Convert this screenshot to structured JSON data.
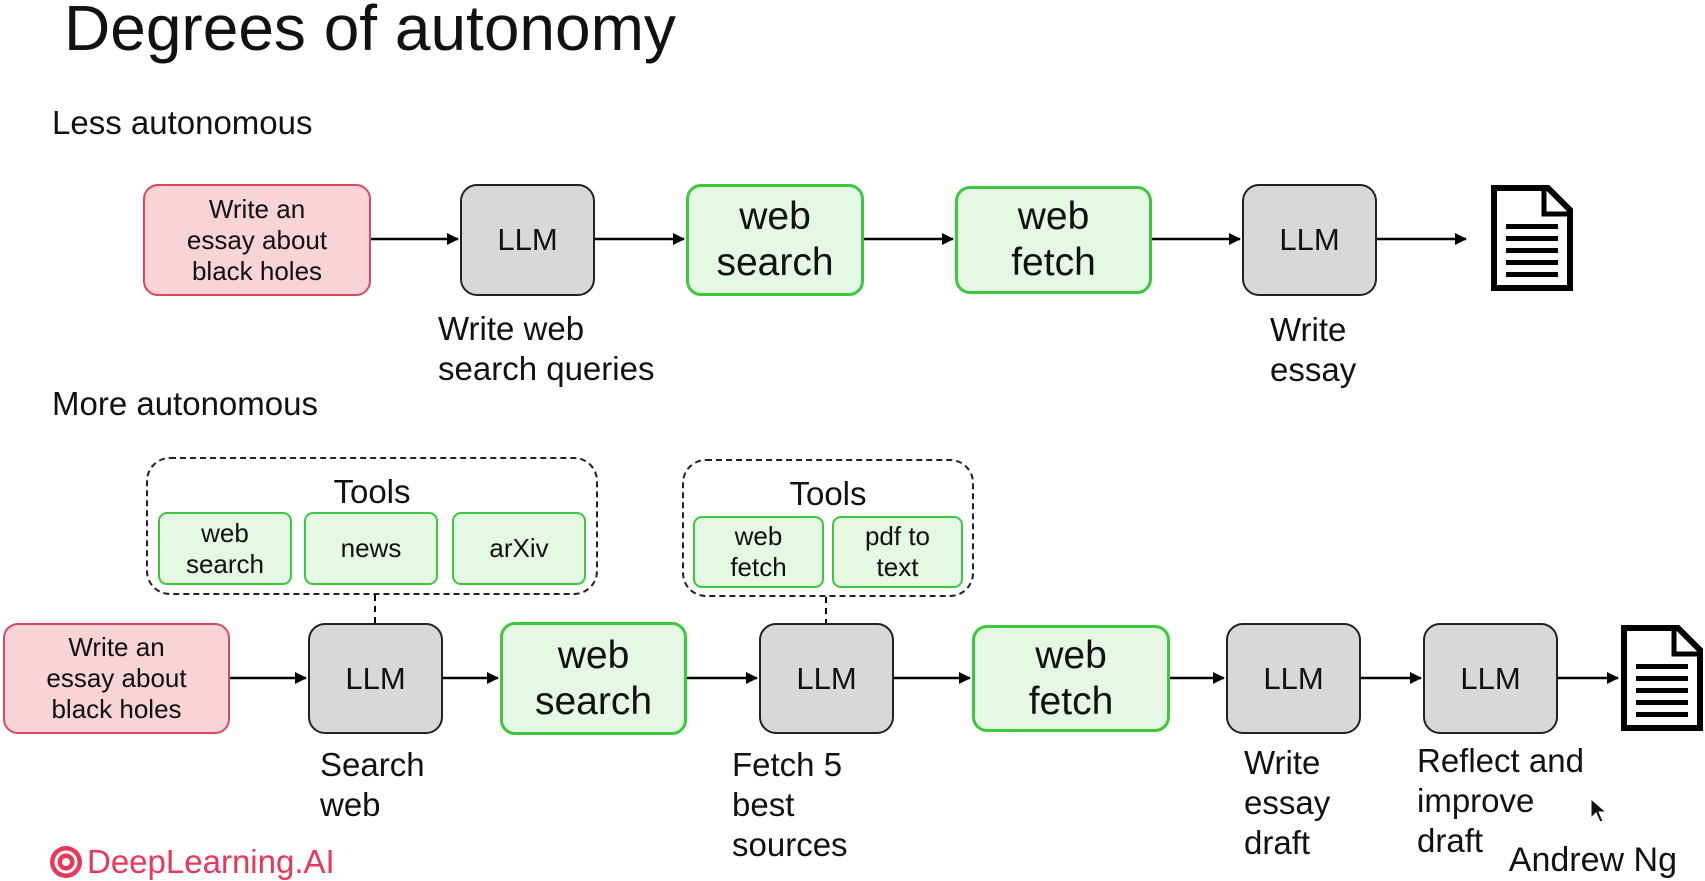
{
  "title": "Degrees of autonomy",
  "less": {
    "label": "Less autonomous",
    "prompt": "Write an\nessay about\nblack holes",
    "llm1": "LLM",
    "llm1_caption": "Write web\nsearch queries",
    "tool1": "web\nsearch",
    "tool2": "web\nfetch",
    "llm2": "LLM",
    "llm2_caption": "Write\nessay"
  },
  "more": {
    "label": "More autonomous",
    "prompt": "Write an\nessay about\nblack holes",
    "llm1": "LLM",
    "llm1_caption": "Search\nweb",
    "tools_group1": {
      "label": "Tools",
      "items": [
        "web\nsearch",
        "news",
        "arXiv"
      ]
    },
    "tool1": "web\nsearch",
    "llm2": "LLM",
    "llm2_caption": "Fetch 5\nbest\nsources",
    "tools_group2": {
      "label": "Tools",
      "items": [
        "web\nfetch",
        "pdf to\ntext"
      ]
    },
    "tool2": "web\nfetch",
    "llm3": "LLM",
    "llm3_caption": "Write\nessay\ndraft",
    "llm4": "LLM",
    "llm4_caption": "Reflect and\nimprove\ndraft"
  },
  "footer": {
    "logo_text": "DeepLearning.AI",
    "presenter": "Andrew Ng"
  },
  "icons": {
    "document": "document-icon",
    "logo": "deeplearning-logo-icon",
    "cursor": "mouse-cursor-icon"
  },
  "colors": {
    "prompt_fill": "#f8d3d8",
    "prompt_border": "#d9485f",
    "llm_fill": "#d8d8db",
    "tool_fill": "#e4f8e4",
    "tool_border": "#3cc83c",
    "logo": "#e8375a"
  }
}
